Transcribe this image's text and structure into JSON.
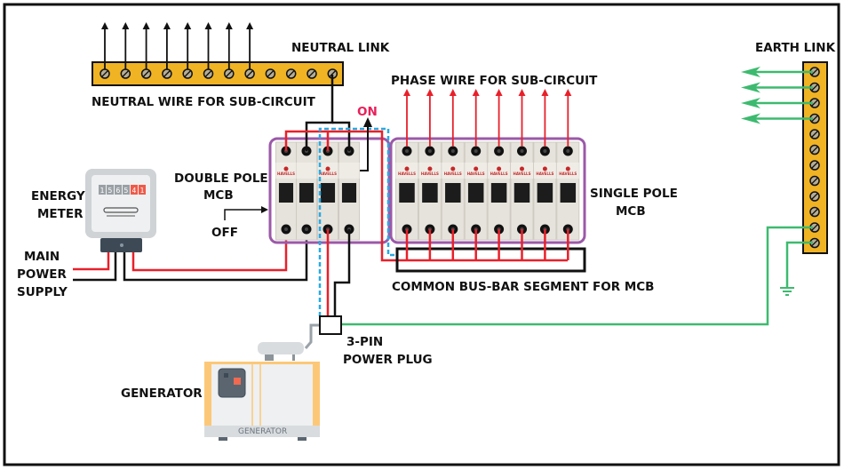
{
  "labels": {
    "neutral_link": "NEUTRAL LINK",
    "neutral_wire": "NEUTRAL WIRE FOR SUB-CIRCUIT",
    "phase_wire": "PHASE WIRE FOR SUB-CIRCUIT",
    "on": "ON",
    "earth_link": "EARTH LINK",
    "double_pole_1": "DOUBLE POLE",
    "double_pole_2": "MCB",
    "off": "OFF",
    "energy_meter_1": "ENERGY",
    "energy_meter_2": "METER",
    "main_supply_1": "MAIN",
    "main_supply_2": "POWER",
    "main_supply_3": "SUPPLY",
    "single_pole_1": "SINGLE POLE",
    "single_pole_2": "MCB",
    "bus_bar": "COMMON BUS-BAR SEGMENT FOR MCB",
    "plug_1": "3-PIN",
    "plug_2": "POWER PLUG",
    "generator": "GENERATOR",
    "generator_body": "GENERATOR"
  },
  "meter_reading": [
    "1",
    "5",
    "6",
    "5",
    "4",
    "1"
  ],
  "mcb_brand": "HAVELLS",
  "neutral_link": {
    "screws": 12,
    "outgoing_wires": 8
  },
  "earth_link": {
    "screws": 12,
    "outgoing_wires": 4
  },
  "single_pole_mcb_count": 8,
  "double_pole_mcb_count": 2,
  "colors": {
    "phase": "#e8202a",
    "neutral": "#111111",
    "earth": "#3dba6f",
    "generator_link": "#29aae1",
    "mcb_enclosure": "#9b59a8",
    "link_bar": "#f0b323",
    "on_label": "#e8205a",
    "generator_frame": "#fcc878"
  }
}
